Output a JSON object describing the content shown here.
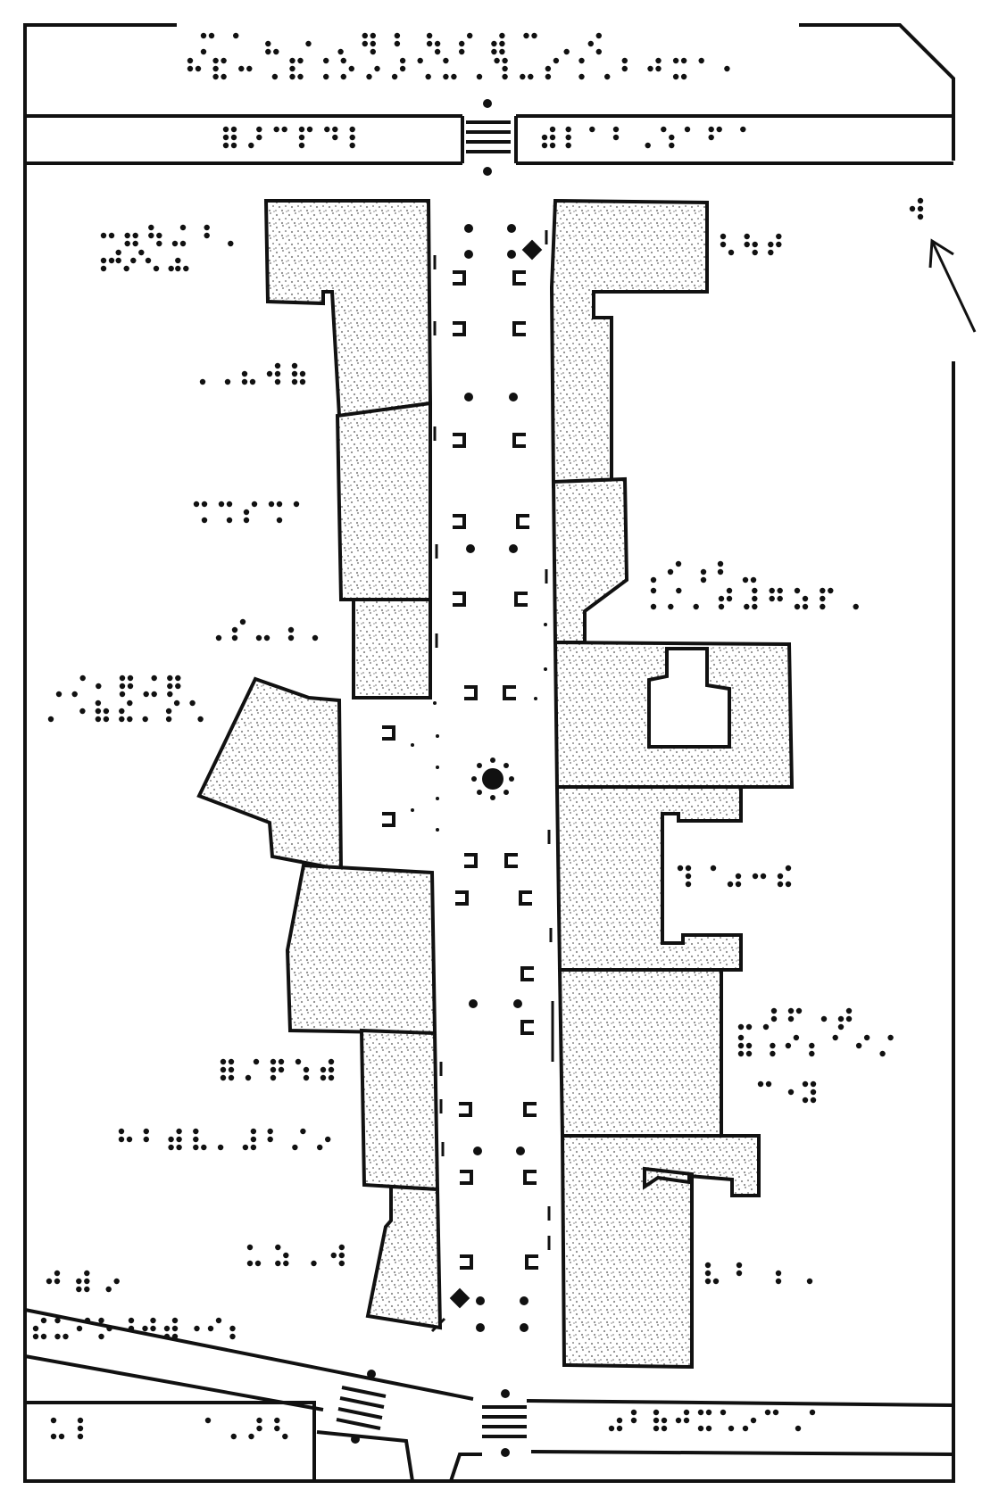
{
  "map": {
    "kind": "tactile-braille-street-map",
    "colors": {
      "ink": "#111111",
      "paper": "#ffffff",
      "stipple": "#8a8a8a"
    },
    "icons": {
      "north_arrow": "north-arrow-icon",
      "fountain": "fountain-icon",
      "tree": "tree-icon",
      "bench": "bench-icon",
      "marker": "diamond-marker-icon",
      "crossing": "pedestrian-crossing-icon"
    },
    "braille_labels": [
      {
        "id": "top-street-label-1",
        "cells": 13
      },
      {
        "id": "top-street-label-2",
        "cells": 22
      },
      {
        "id": "upper-road-label-left",
        "cells": 6
      },
      {
        "id": "upper-road-label-right",
        "cells": 9
      },
      {
        "id": "north-label",
        "cells": 1
      },
      {
        "id": "left-label-1",
        "cells": 6
      },
      {
        "id": "left-label-1b",
        "cells": 6
      },
      {
        "id": "right-label-1",
        "cells": 3
      },
      {
        "id": "left-label-2",
        "cells": 5
      },
      {
        "id": "left-label-3",
        "cells": 5
      },
      {
        "id": "right-label-2",
        "cells": 5
      },
      {
        "id": "right-label-2b",
        "cells": 9
      },
      {
        "id": "left-label-4",
        "cells": 5
      },
      {
        "id": "left-label-5",
        "cells": 6
      },
      {
        "id": "left-label-5b",
        "cells": 7
      },
      {
        "id": "right-label-3",
        "cells": 5
      },
      {
        "id": "right-label-4",
        "cells": 5
      },
      {
        "id": "right-label-4b",
        "cells": 7
      },
      {
        "id": "right-label-4c",
        "cells": 3
      },
      {
        "id": "left-label-6",
        "cells": 5
      },
      {
        "id": "left-label-7",
        "cells": 9
      },
      {
        "id": "left-label-8",
        "cells": 4
      },
      {
        "id": "right-label-5",
        "cells": 4
      },
      {
        "id": "bottom-left-label-1",
        "cells": 3
      },
      {
        "id": "bottom-left-label-2",
        "cells": 10
      },
      {
        "id": "bottom-left-label-3",
        "cells": 2
      },
      {
        "id": "bottom-left-label-4",
        "cells": 4
      },
      {
        "id": "bottom-right-label",
        "cells": 10
      }
    ]
  }
}
